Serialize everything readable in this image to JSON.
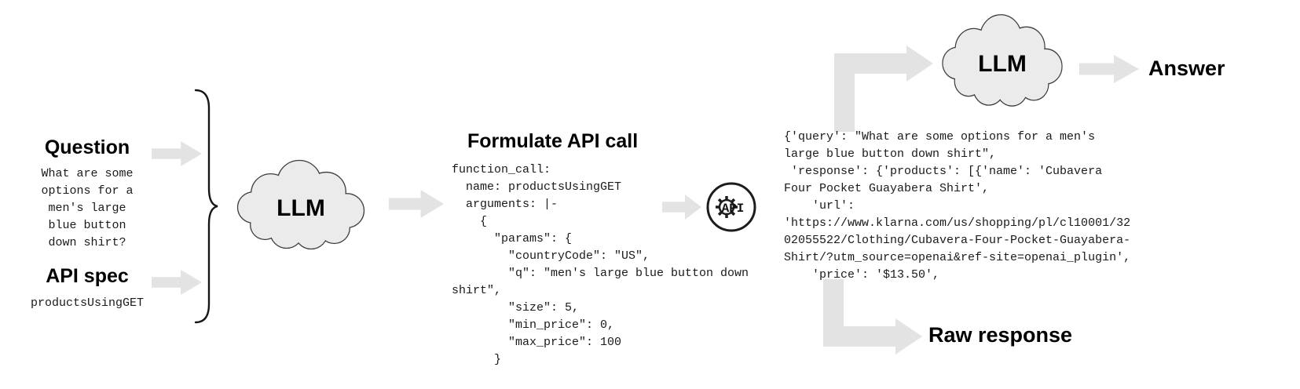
{
  "diagram": {
    "inputs": {
      "question_label": "Question",
      "question_text": "What are some\noptions for a\nmen's large\nblue button\ndown shirt?",
      "api_spec_label": "API spec",
      "api_spec_value": "productsUsingGET"
    },
    "llm_left": {
      "label": "LLM"
    },
    "formulate": {
      "title": "Formulate API call",
      "code": "function_call:\n  name: productsUsingGET\n  arguments: |-\n    {\n      \"params\": {\n        \"countryCode\": \"US\",\n        \"q\": \"men's large blue button down\nshirt\",\n        \"size\": 5,\n        \"min_price\": 0,\n        \"max_price\": 100\n      }"
    },
    "api_icon": {
      "label": "API"
    },
    "response": {
      "text": "{'query': \"What are some options for a men's\nlarge blue button down shirt\",\n 'response': {'products': [{'name': 'Cubavera\nFour Pocket Guayabera Shirt',\n    'url':\n'https://www.klarna.com/us/shopping/pl/cl10001/32\n02055522/Clothing/Cubavera-Four-Pocket-Guayabera-\nShirt/?utm_source=openai&ref-site=openai_plugin',\n    'price': '$13.50',"
    },
    "llm_right": {
      "label": "LLM"
    },
    "answer_label": "Answer",
    "raw_response_label": "Raw response",
    "colors": {
      "cloud_fill": "#ebebeb",
      "cloud_stroke": "#3d3d3d",
      "arrow_fill": "#e3e3e3",
      "text": "#111111"
    }
  }
}
